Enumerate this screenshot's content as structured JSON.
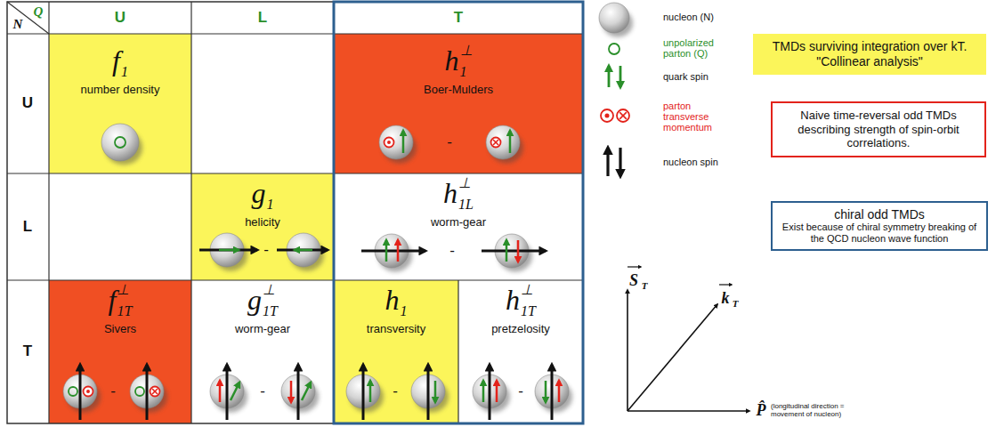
{
  "diagram": {
    "nodes": [
      {
        "text": [
          "f",
          "1",
          "number density"
        ]
      },
      {
        "text": [
          "h",
          "⊥",
          "1",
          "Boer-Mulders"
        ]
      },
      {
        "text": [
          "g",
          "1",
          "helicity"
        ]
      },
      {
        "text": [
          "h",
          "⊥",
          "1L",
          "worm-gear"
        ]
      },
      {
        "text": [
          "f",
          "⊥",
          "1T",
          "Sivers"
        ]
      },
      {
        "text": [
          "g",
          "⊥",
          "1T",
          "worm-gear"
        ]
      },
      {
        "text": [
          "h",
          "1",
          "transversity"
        ]
      },
      {
        "text": [
          "h",
          "⊥",
          "1T",
          "pretzelosity"
        ]
      },
      {
        "text": [
          "TMDs surviving integration over kT. \"Collinear analysis\""
        ]
      },
      {
        "text": [
          "Naive time-reversal odd TMDs describing strength of spin-orbit correlations."
        ]
      },
      {
        "text": [
          "chiral odd TMDs",
          "Exist because of chiral symmetry breaking of the QCD nucleon wave function"
        ]
      }
    ],
    "labels": [
      "N",
      "Q",
      "U",
      "L",
      "T",
      "U",
      "L",
      "T",
      "-",
      "-",
      "-",
      "-",
      "-",
      "-",
      "-",
      "S",
      "T",
      "k",
      "T",
      "P̂",
      "(longitudinal direction = movement of nucleon)"
    ],
    "legend": [
      {
        "text": "nucleon (N)"
      },
      {
        "text": "unpolarized parton (Q)"
      },
      {
        "text": "quark spin"
      },
      {
        "text": "parton transverse momentum"
      },
      {
        "text": "nucleon spin"
      }
    ]
  }
}
